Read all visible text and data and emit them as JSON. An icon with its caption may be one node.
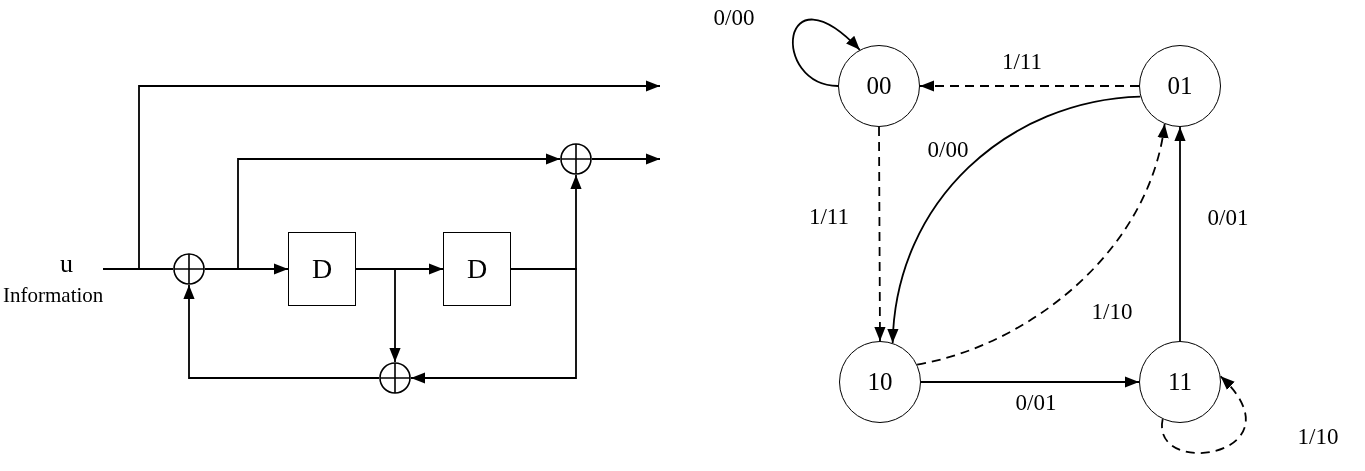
{
  "diagram": {
    "nodes": [
      {
        "text": [
          "u",
          "Information"
        ]
      },
      {
        "text": [],
        "shape": "circle"
      },
      {
        "text": [
          "D"
        ]
      },
      {
        "text": [
          "D"
        ]
      },
      {
        "text": [],
        "shape": "circle"
      },
      {
        "text": [],
        "shape": "circle"
      },
      {
        "text": [
          "00"
        ]
      },
      {
        "text": [
          "01"
        ]
      },
      {
        "text": [
          "10"
        ]
      },
      {
        "text": [
          "11"
        ]
      }
    ],
    "edges": [
      {
        "from": 0,
        "to": 1,
        "arrow": "none"
      },
      {
        "from": 0,
        "to": null,
        "arrow": "to"
      },
      {
        "from": 1,
        "to": 2,
        "arrow": "to"
      },
      {
        "from": 1,
        "to": 4,
        "arrow": "to"
      },
      {
        "from": 2,
        "to": 3,
        "arrow": "to"
      },
      {
        "from": 2,
        "to": 5,
        "arrow": "to"
      },
      {
        "from": 3,
        "to": 4,
        "arrow": "to"
      },
      {
        "from": 3,
        "to": 5,
        "arrow": "to"
      },
      {
        "from": 5,
        "to": 1,
        "arrow": "to"
      },
      {
        "from": 4,
        "to": null,
        "arrow": "to"
      },
      {
        "from": 6,
        "to": 6,
        "arrow": "to",
        "label": "0/00"
      },
      {
        "from": 7,
        "to": 6,
        "arrow": "to",
        "label": "1/11",
        "style": "dashed"
      },
      {
        "from": 6,
        "to": 8,
        "arrow": "to",
        "label": "1/11",
        "style": "dashed"
      },
      {
        "from": 7,
        "to": 8,
        "arrow": "to",
        "label": "0/00"
      },
      {
        "from": 8,
        "to": 7,
        "arrow": "to",
        "label": "1/10",
        "style": "dashed"
      },
      {
        "from": 9,
        "to": 7,
        "arrow": "to",
        "label": "0/01"
      },
      {
        "from": 8,
        "to": 9,
        "arrow": "to",
        "label": "0/01"
      },
      {
        "from": 9,
        "to": 9,
        "arrow": "to",
        "label": "1/10",
        "style": "dashed"
      }
    ]
  }
}
